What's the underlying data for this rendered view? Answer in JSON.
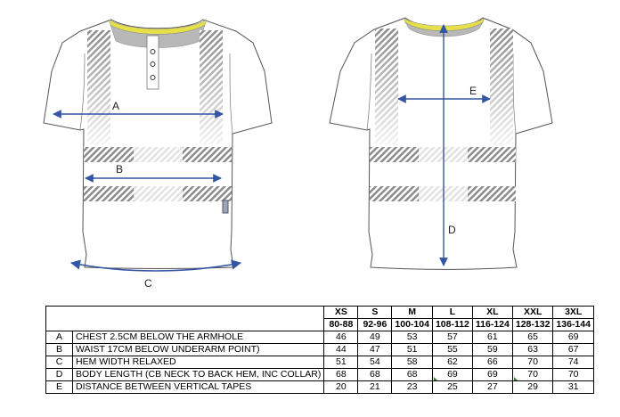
{
  "diagram": {
    "front_labels": {
      "a": "A",
      "b": "B",
      "c": "C"
    },
    "back_labels": {
      "d": "D",
      "e": "E"
    },
    "colors": {
      "arrow": "#3454a4",
      "collar_grey": "#b8b8b8",
      "collar_yellow": "#e5e04a",
      "tape": "#8c8c8c",
      "outline": "#555555"
    }
  },
  "table": {
    "sizes": [
      "XS",
      "S",
      "M",
      "L",
      "XL",
      "XXL",
      "3XL"
    ],
    "ranges": [
      "80-88",
      "92-96",
      "100-104",
      "108-112",
      "116-124",
      "128-132",
      "136-144"
    ],
    "rows": [
      {
        "code": "A",
        "desc": "CHEST 2.5CM BELOW THE ARMHOLE",
        "values": [
          "46",
          "49",
          "53",
          "57",
          "61",
          "65",
          "69"
        ]
      },
      {
        "code": "B",
        "desc": "WAIST 17CM BELOW UNDERARM POINT)",
        "values": [
          "44",
          "47",
          "51",
          "55",
          "59",
          "63",
          "67"
        ]
      },
      {
        "code": "C",
        "desc": "HEM WIDTH RELAXED",
        "values": [
          "51",
          "54",
          "58",
          "62",
          "66",
          "70",
          "74"
        ]
      },
      {
        "code": "D",
        "desc": "BODY LENGTH (CB NECK TO BACK HEM, INC COLLAR)",
        "values": [
          "68",
          "68",
          "68",
          "69",
          "69",
          "70",
          "70"
        ]
      },
      {
        "code": "E",
        "desc": "DISTANCE BETWEEN VERTICAL TAPES",
        "values": [
          "20",
          "21",
          "23",
          "25",
          "27",
          "29",
          "31"
        ]
      }
    ]
  }
}
